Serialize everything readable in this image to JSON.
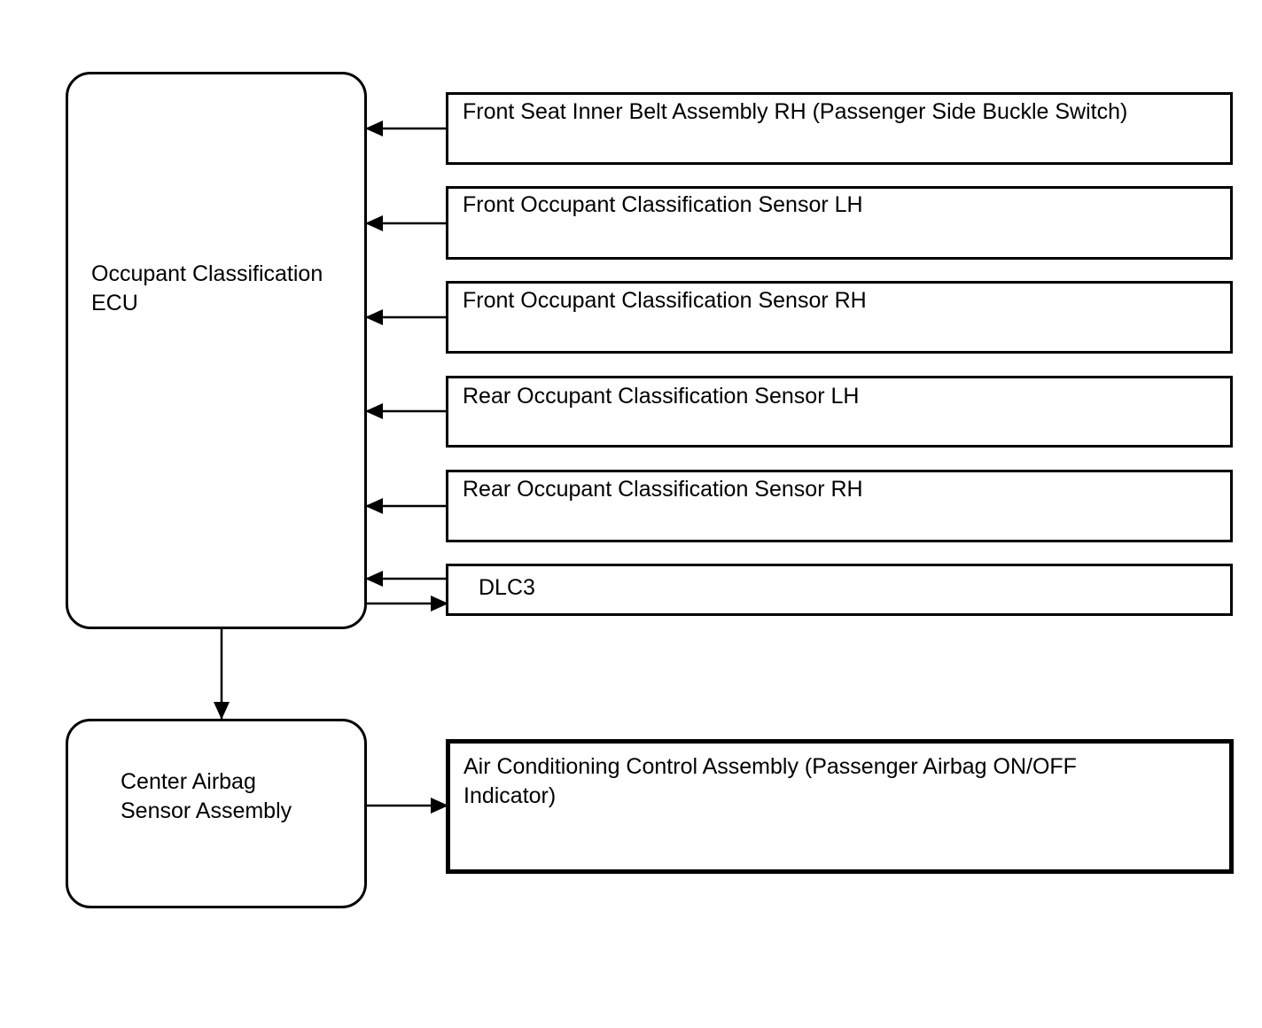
{
  "ecu": {
    "line1": "Occupant Classification",
    "line2": "ECU"
  },
  "center_airbag": {
    "line1": "Center Airbag",
    "line2": "Sensor Assembly"
  },
  "inputs": [
    {
      "label": "Front Seat Inner Belt Assembly RH (Passenger Side Buckle Switch)"
    },
    {
      "label": "Front Occupant Classification Sensor LH"
    },
    {
      "label": "Front Occupant Classification Sensor RH"
    },
    {
      "label": "Rear Occupant Classification Sensor LH"
    },
    {
      "label": "Rear Occupant Classification Sensor RH"
    }
  ],
  "dlc3": {
    "label": "DLC3"
  },
  "ac_control": {
    "line1": "Air Conditioning Control Assembly (Passenger Airbag ON/OFF",
    "line2": "Indicator)"
  }
}
